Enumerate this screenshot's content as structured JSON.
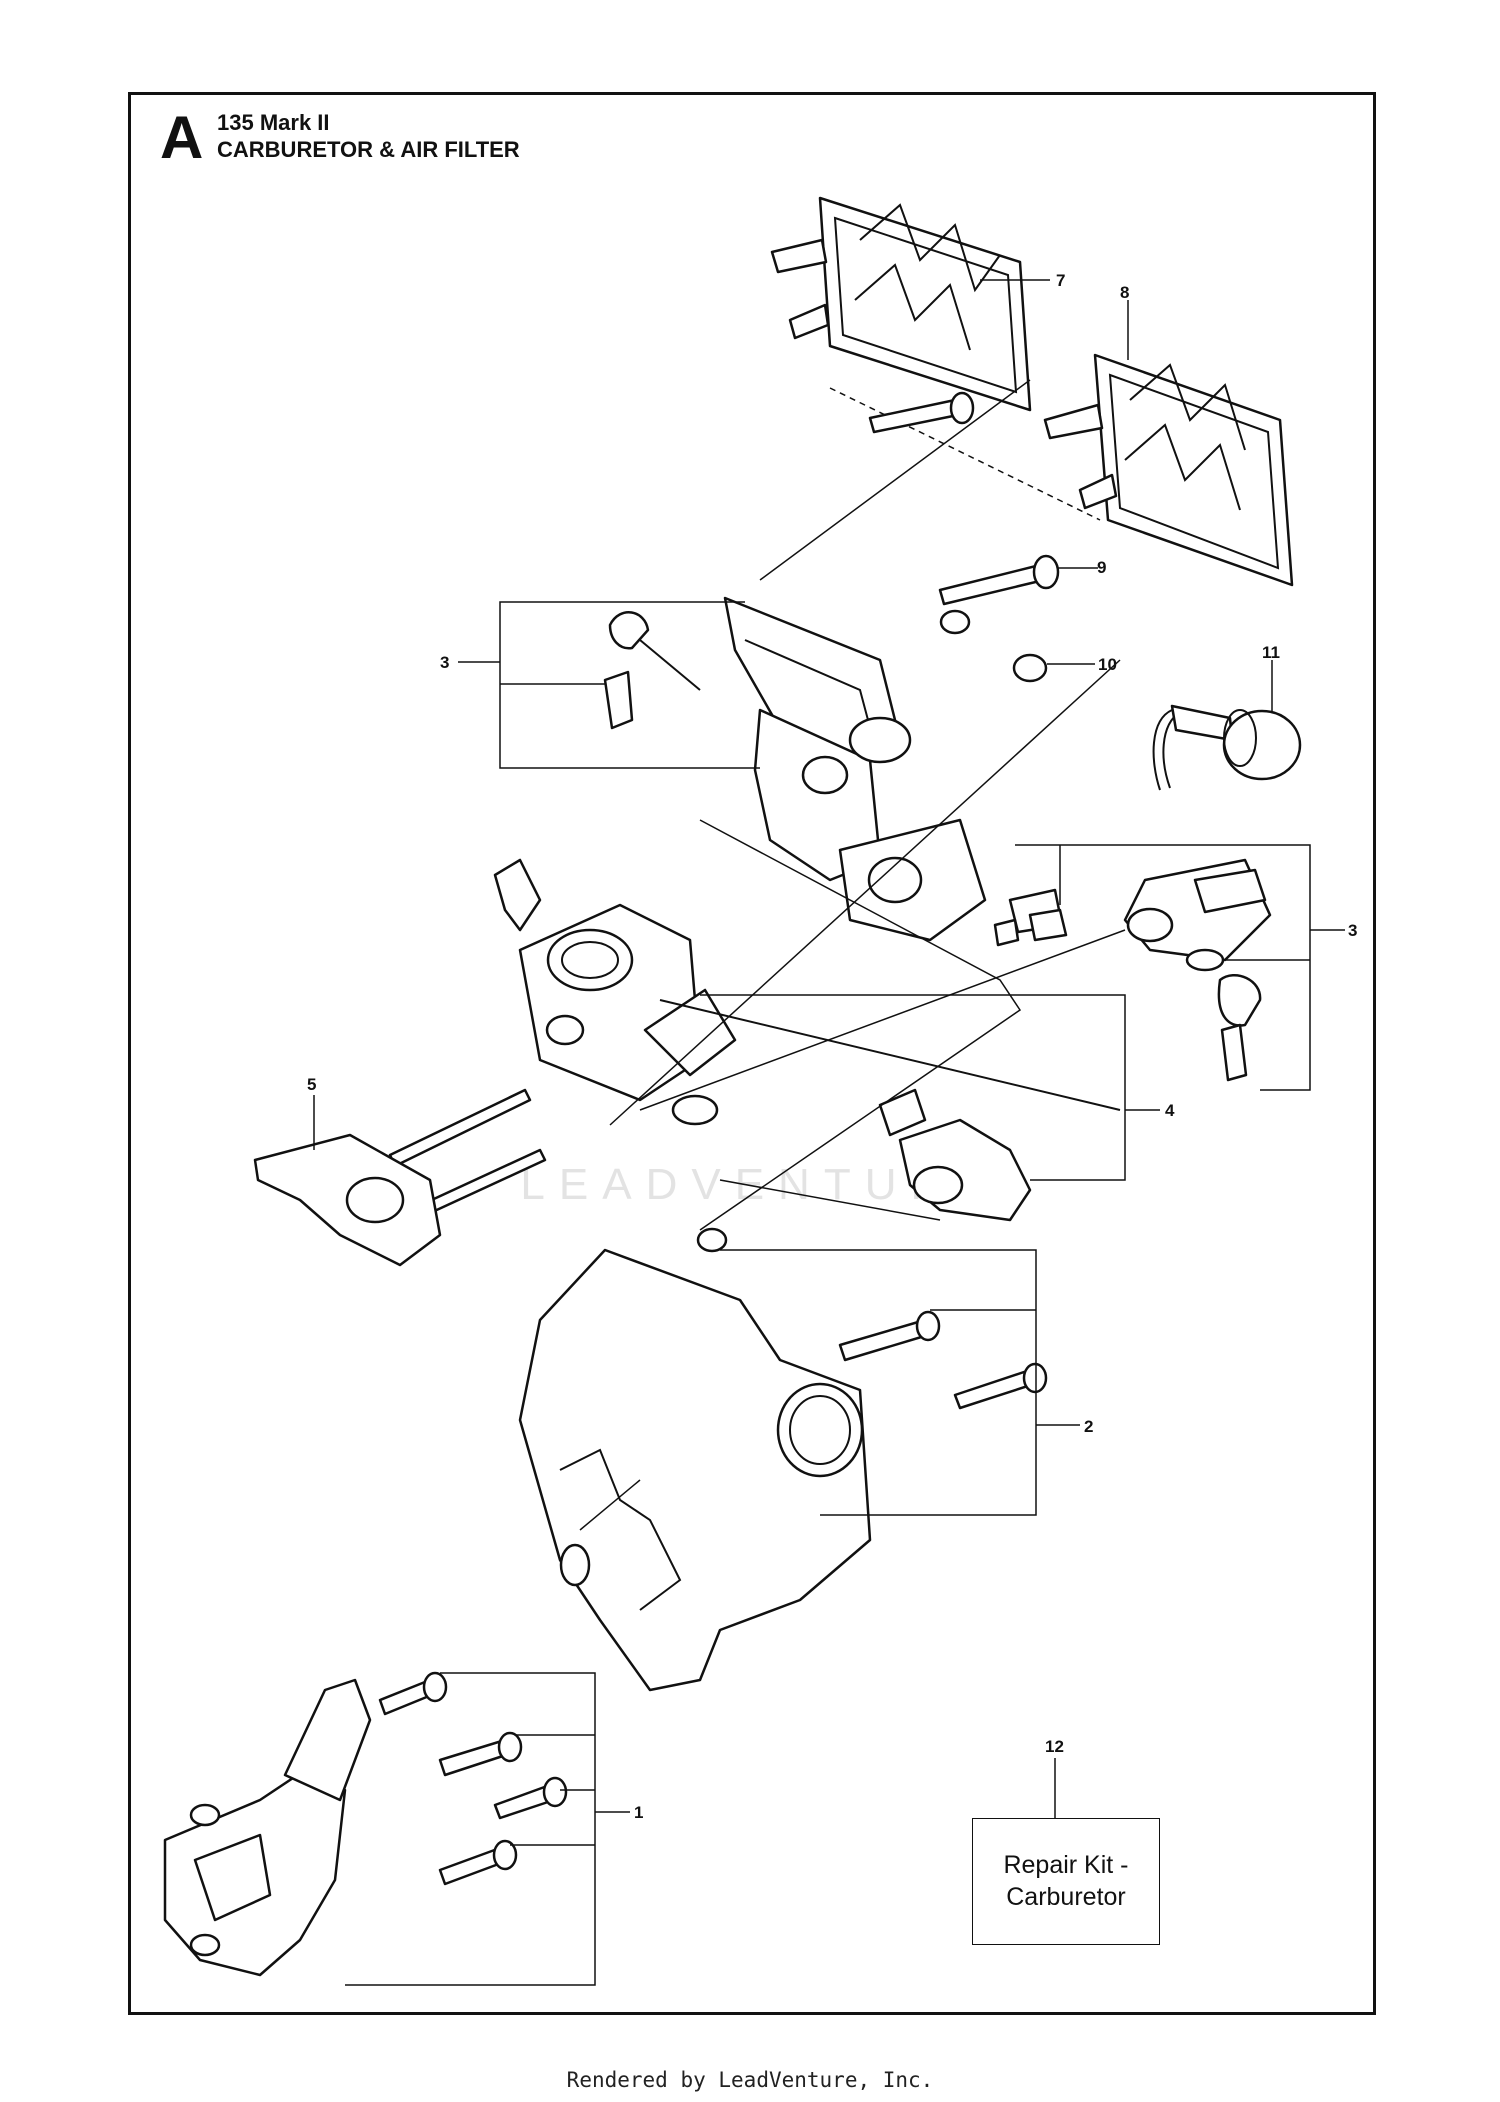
{
  "header": {
    "section_letter": "A",
    "model": "135 Mark II",
    "section_title": "CARBURETOR & AIR FILTER"
  },
  "callouts": {
    "c1": "1",
    "c2": "2",
    "c3a": "3",
    "c3b": "3",
    "c4": "4",
    "c5": "5",
    "c7": "7",
    "c8": "8",
    "c9": "9",
    "c10": "10",
    "c11": "11",
    "c12": "12"
  },
  "repair_kit": {
    "label": "Repair Kit - Carburetor"
  },
  "watermark": "LEADVENTURE",
  "footer": "Rendered by LeadVenture, Inc."
}
